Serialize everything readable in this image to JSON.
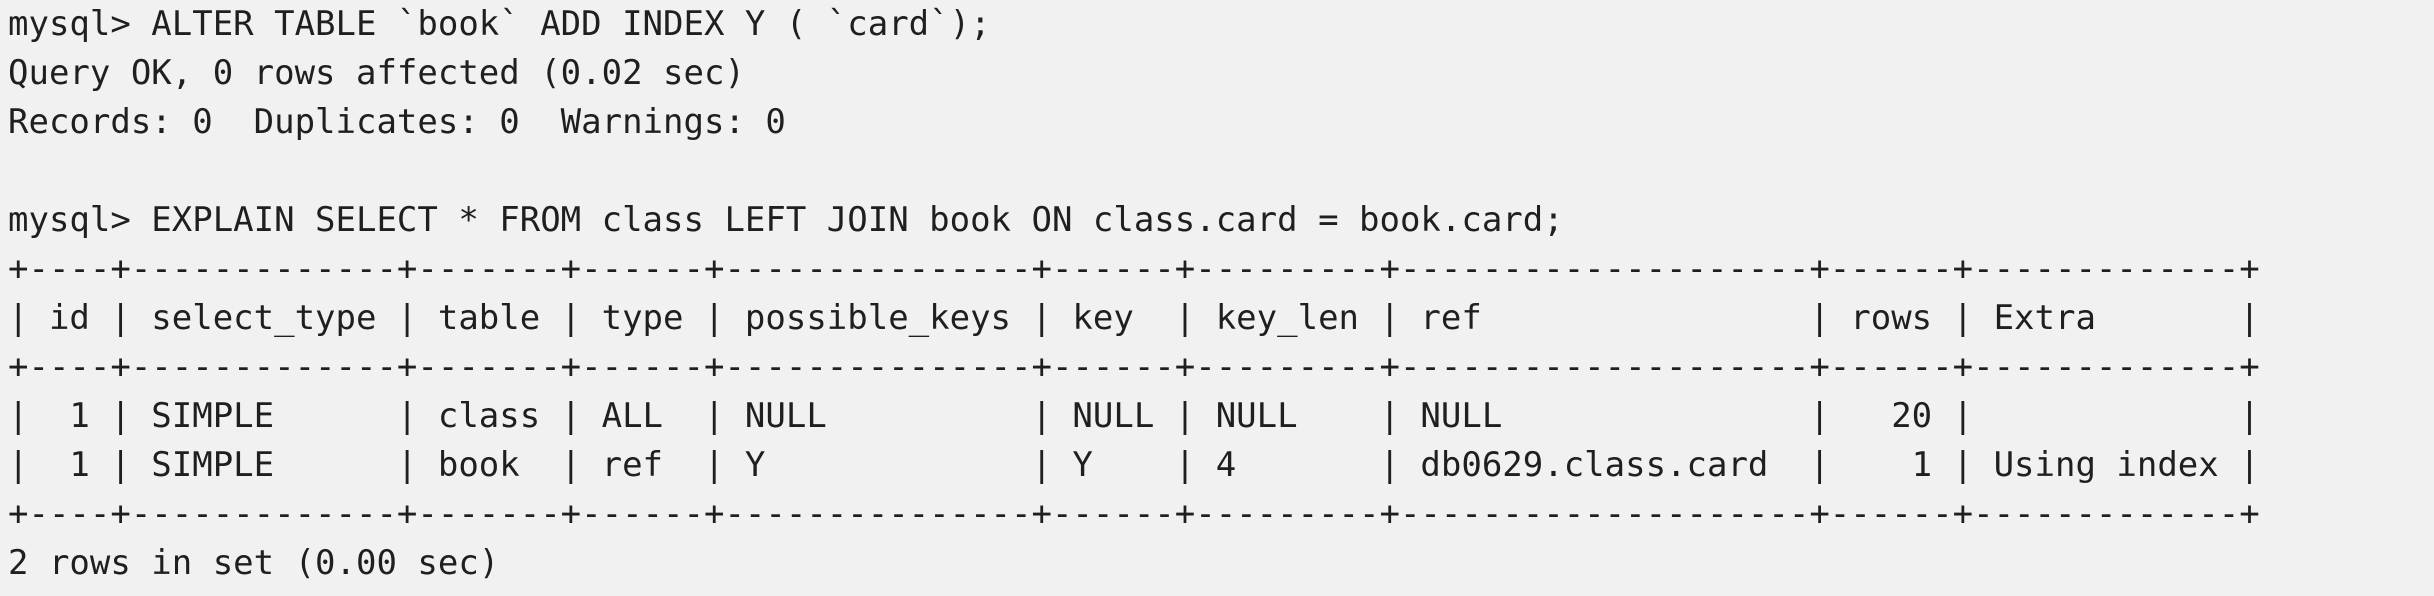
{
  "terminal": {
    "lines": [
      "mysql> ALTER TABLE `book` ADD INDEX Y ( `card`);",
      "Query OK, 0 rows affected (0.02 sec)",
      "Records: 0  Duplicates: 0  Warnings: 0",
      "",
      "mysql> EXPLAIN SELECT * FROM class LEFT JOIN book ON class.card = book.card;",
      "+----+-------------+-------+------+---------------+------+---------+--------------------+------+-------------+",
      "| id | select_type | table | type | possible_keys | key  | key_len | ref                | rows | Extra       |",
      "+----+-------------+-------+------+---------------+------+---------+--------------------+------+-------------+",
      "|  1 | SIMPLE      | class | ALL  | NULL          | NULL | NULL    | NULL               |   20 |             |",
      "|  1 | SIMPLE      | book  | ref  | Y             | Y    | 4       | db0629.class.card  |    1 | Using index |",
      "+----+-------------+-------+------+---------------+------+---------+--------------------+------+-------------+",
      "2 rows in set (0.00 sec)"
    ]
  }
}
